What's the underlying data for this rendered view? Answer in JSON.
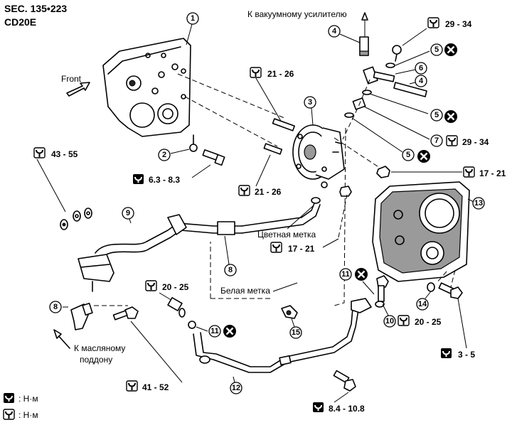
{
  "header": {
    "sec": "SEC. 135•223",
    "engine": "CD20E"
  },
  "labels": {
    "front": "Front",
    "to_booster": "К вакуумному усилителю",
    "color_mark": "Цветная метка",
    "white_mark": "Белая метка",
    "to_oil_pan_1": "К масляному",
    "to_oil_pan_2": "поддону"
  },
  "torques": {
    "t_29_34_top": "29 - 34",
    "t_21_26_top": "21 - 26",
    "t_29_34_mid": "29 - 34",
    "t_43_55": "43 - 55",
    "t_17_21_right": "17 - 21",
    "t_6_3_8_3": "6.3 - 8.3",
    "t_21_26_mid": "21 - 26",
    "t_17_21_mid": "17 - 21",
    "t_20_25_left": "20 - 25",
    "t_20_25_right": "20 - 25",
    "t_3_5": "3 - 5",
    "t_41_52": "41 - 52",
    "t_8_4_10_8": "8.4 - 10.8"
  },
  "callouts": {
    "c1": "1",
    "c2": "2",
    "c3": "3",
    "c4a": "4",
    "c4b": "4",
    "c5a": "5",
    "c5b": "5",
    "c5c": "5",
    "c6": "6",
    "c7": "7",
    "c8a": "8",
    "c8b": "8",
    "c9": "9",
    "c10": "10",
    "c11a": "11",
    "c11b": "11",
    "c12": "12",
    "c13": "13",
    "c14": "14",
    "c15": "15"
  },
  "legend": {
    "unit_1": ": Н·м",
    "unit_2": ": Н·м"
  }
}
